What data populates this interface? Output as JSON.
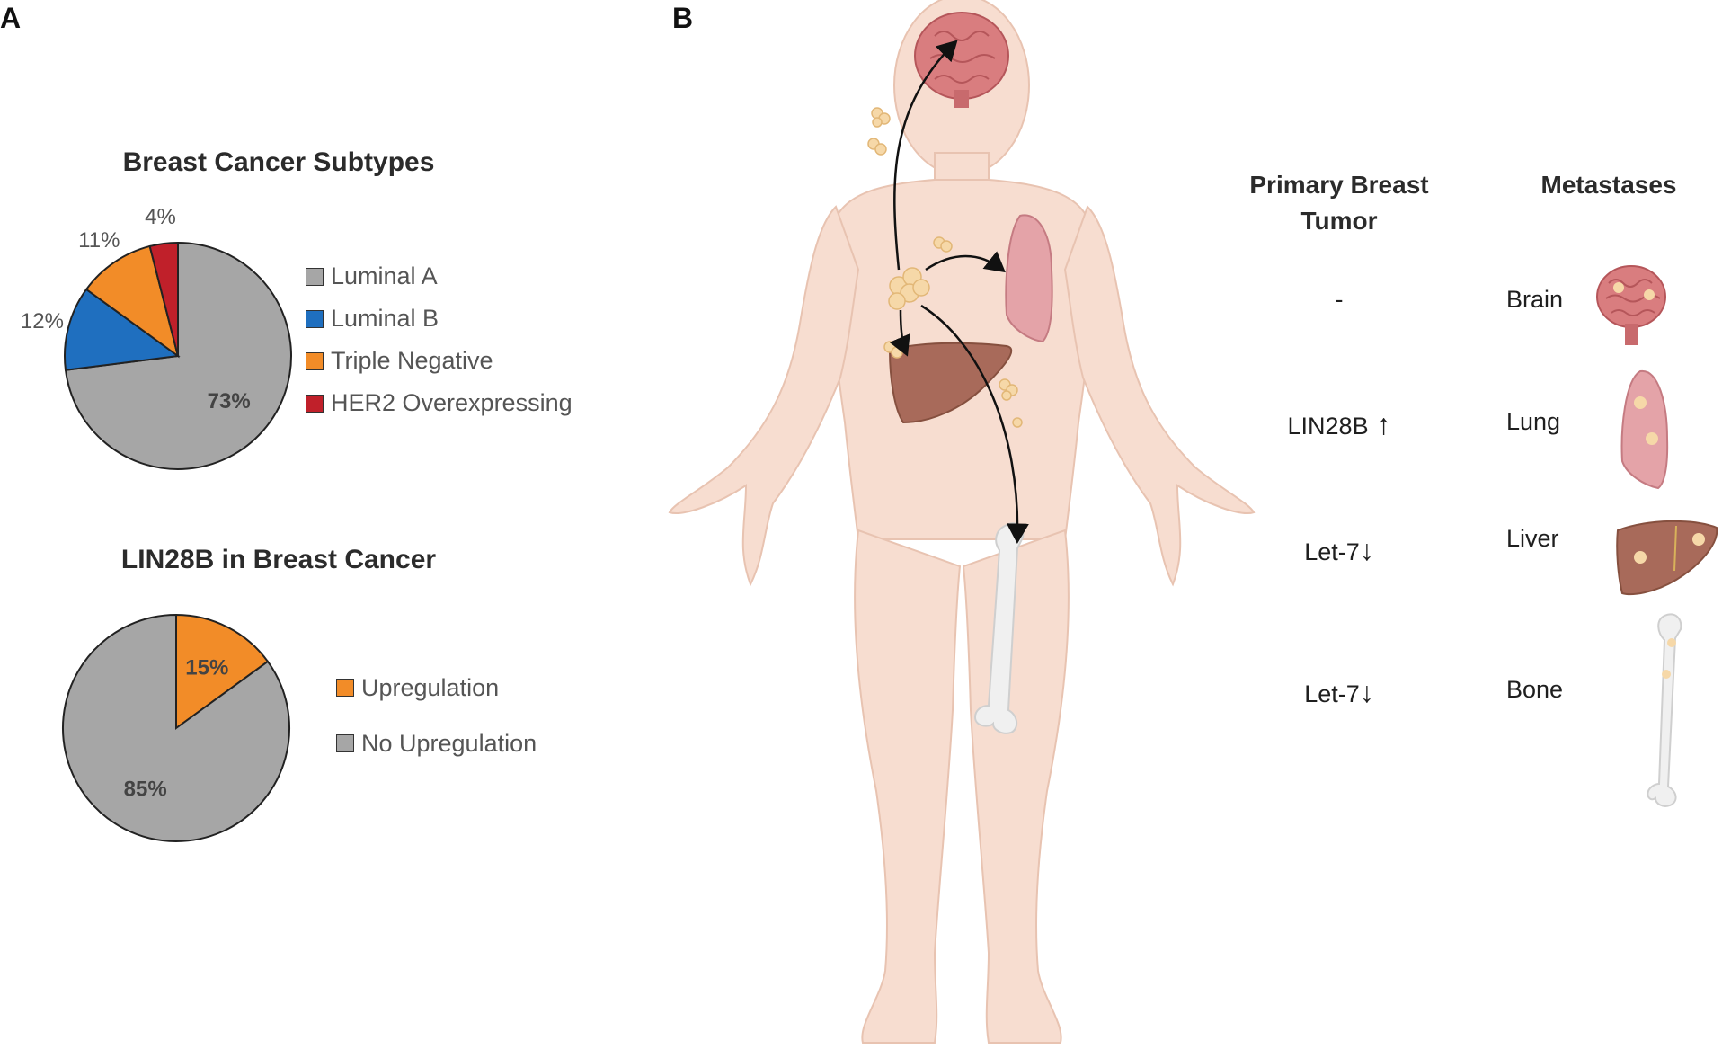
{
  "panels": {
    "a": "A",
    "b": "B"
  },
  "chart_data": [
    {
      "type": "pie",
      "title": "Breast Cancer Subtypes",
      "categories": [
        "Luminal A",
        "Luminal B",
        "Triple Negative",
        "HER2 Overexpressing"
      ],
      "values": [
        73,
        12,
        11,
        4
      ],
      "labels": [
        "73%",
        "12%",
        "11%",
        "4%"
      ],
      "colors": [
        "#a6a6a6",
        "#1f6fbf",
        "#f28c28",
        "#c0202a"
      ],
      "legend_position": "right"
    },
    {
      "type": "pie",
      "title": "LIN28B in Breast Cancer",
      "categories": [
        "Upregulation",
        "No Upregulation"
      ],
      "values": [
        15,
        85
      ],
      "labels": [
        "15%",
        "85%"
      ],
      "colors": [
        "#f28c28",
        "#a6a6a6"
      ],
      "legend_position": "right"
    }
  ],
  "table": {
    "headers": {
      "primary": "Primary Breast Tumor",
      "metastases": "Metastases"
    },
    "rows": [
      {
        "primary": "-",
        "arrow": "",
        "site": "Brain",
        "icon": "brain-icon"
      },
      {
        "primary": "LIN28B",
        "arrow": "up",
        "site": "Lung",
        "icon": "lung-icon"
      },
      {
        "primary": "Let-7",
        "arrow": "down",
        "site": "Liver",
        "icon": "liver-icon"
      },
      {
        "primary": "Let-7",
        "arrow": "down",
        "site": "Bone",
        "icon": "bone-icon"
      }
    ]
  },
  "illustration": {
    "figure": "female-body-illustration",
    "colors": {
      "skin": "#f7ddd0",
      "skin_outline": "#e8c3b1",
      "brain": "#d97d7f",
      "lung": "#e4a3a8",
      "liver": "#a86a5a",
      "bone": "#f0f0f0",
      "tumor": "#f6d8a8"
    }
  }
}
